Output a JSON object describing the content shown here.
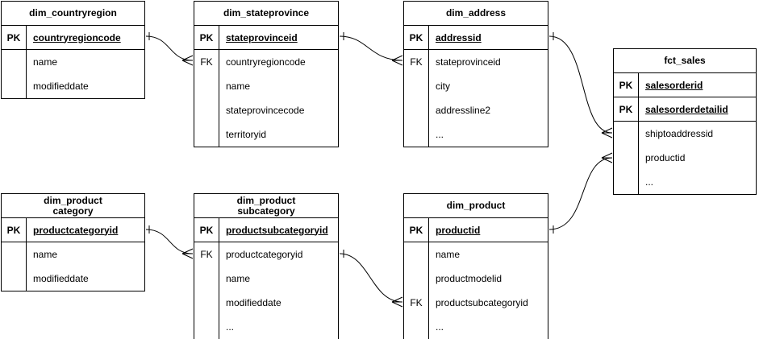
{
  "diagram": {
    "kind": "entity-relationship-diagram",
    "background_color": "#ffffff",
    "line_color": "#000000",
    "text_color": "#000000",
    "tables": [
      {
        "title": "dim_countryregion",
        "rows": [
          {
            "key": "PK",
            "name": "countryregioncode"
          },
          {
            "key": "",
            "name": "name"
          },
          {
            "key": "",
            "name": "modifieddate"
          }
        ]
      },
      {
        "title": "dim_stateprovince",
        "rows": [
          {
            "key": "PK",
            "name": "stateprovinceid"
          },
          {
            "key": "FK",
            "name": "countryregioncode"
          },
          {
            "key": "",
            "name": "name"
          },
          {
            "key": "",
            "name": "stateprovincecode"
          },
          {
            "key": "",
            "name": "territoryid"
          }
        ]
      },
      {
        "title": "dim_address",
        "rows": [
          {
            "key": "PK",
            "name": "addressid"
          },
          {
            "key": "FK",
            "name": "stateprovinceid"
          },
          {
            "key": "",
            "name": "city"
          },
          {
            "key": "",
            "name": "addressline2"
          },
          {
            "key": "",
            "name": "..."
          }
        ]
      },
      {
        "title": "fct_sales",
        "rows": [
          {
            "key": "PK",
            "name": "salesorderid"
          },
          {
            "key": "PK",
            "name": "salesorderdetailid"
          },
          {
            "key": "",
            "name": "shiptoaddressid"
          },
          {
            "key": "",
            "name": "productid"
          },
          {
            "key": "",
            "name": "..."
          }
        ]
      },
      {
        "title": "dim_product\ncategory",
        "rows": [
          {
            "key": "PK",
            "name": "productcategoryid"
          },
          {
            "key": "",
            "name": "name"
          },
          {
            "key": "",
            "name": "modifieddate"
          }
        ]
      },
      {
        "title": "dim_product\nsubcategory",
        "rows": [
          {
            "key": "PK",
            "name": "productsubcategoryid"
          },
          {
            "key": "FK",
            "name": "productcategoryid"
          },
          {
            "key": "",
            "name": "name"
          },
          {
            "key": "",
            "name": "modifieddate"
          },
          {
            "key": "",
            "name": "..."
          }
        ]
      },
      {
        "title": "dim_product",
        "rows": [
          {
            "key": "PK",
            "name": "productid"
          },
          {
            "key": "",
            "name": "name"
          },
          {
            "key": "",
            "name": "productmodelid"
          },
          {
            "key": "FK",
            "name": "productsubcategoryid"
          },
          {
            "key": "",
            "name": "..."
          }
        ]
      }
    ],
    "relationships": [
      {
        "from_table": "dim_countryregion",
        "from_field": "countryregioncode",
        "to_table": "dim_stateprovince",
        "to_field": "countryregioncode",
        "cardinality": "one-to-many"
      },
      {
        "from_table": "dim_stateprovince",
        "from_field": "stateprovinceid",
        "to_table": "dim_address",
        "to_field": "stateprovinceid",
        "cardinality": "one-to-many"
      },
      {
        "from_table": "dim_address",
        "from_field": "addressid",
        "to_table": "fct_sales",
        "to_field": "shiptoaddressid",
        "cardinality": "one-to-many"
      },
      {
        "from_table": "dim_product",
        "from_field": "productid",
        "to_table": "fct_sales",
        "to_field": "productid",
        "cardinality": "one-to-many"
      },
      {
        "from_table": "dim_product category",
        "from_field": "productcategoryid",
        "to_table": "dim_product subcategory",
        "to_field": "productcategoryid",
        "cardinality": "one-to-many"
      },
      {
        "from_table": "dim_product subcategory",
        "from_field": "productsubcategoryid",
        "to_table": "dim_product",
        "to_field": "productsubcategoryid",
        "cardinality": "one-to-many"
      }
    ]
  }
}
